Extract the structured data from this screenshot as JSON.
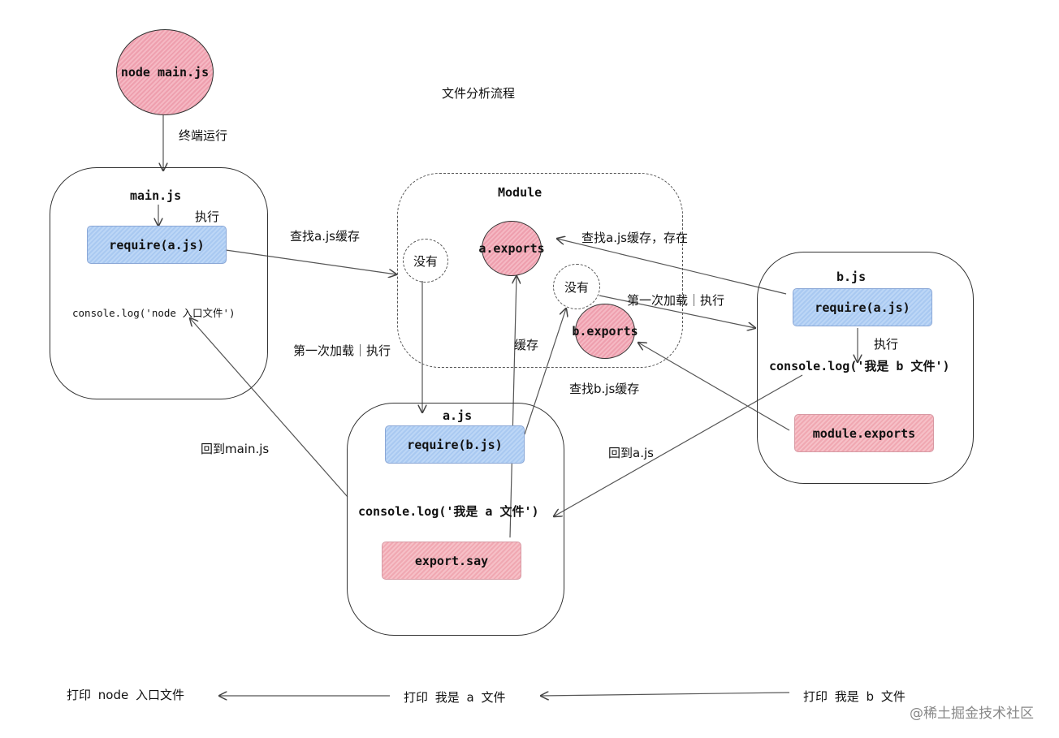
{
  "diagram": {
    "title": "文件分析流程",
    "start_node": "node main.js",
    "terminal_run": "终端运行",
    "main_box": {
      "title": "main.js",
      "exec": "执行",
      "require": "require(a.js)",
      "log": "console.log('node 入口文件')"
    },
    "module_box": {
      "title": "Module",
      "missing_left": "没有",
      "missing_right": "没有",
      "a_exports": "a.exports",
      "b_exports": "b.exports"
    },
    "a_box": {
      "title": "a.js",
      "require": "require(b.js)",
      "log": "console.log('我是 a 文件')",
      "export": "export.say"
    },
    "b_box": {
      "title": "b.js",
      "require": "require(a.js)",
      "exec": "执行",
      "log": "console.log('我是 b 文件')",
      "export": "module.exports"
    },
    "edge_labels": {
      "find_a_cache": "查找a.js缓存",
      "first_load_left": "第一次加载｜执行",
      "cache": "缓存",
      "find_a_cache_exists": "查找a.js缓存，存在",
      "first_load_right": "第一次加载｜执行",
      "find_b_cache": "查找b.js缓存",
      "back_main": "回到main.js",
      "back_a": "回到a.js"
    },
    "output": {
      "print_node": "打印 node 入口文件",
      "print_a": "打印 我是 a 文件",
      "print_b": "打印 我是 b 文件"
    },
    "watermark": "@稀土掘金技术社区"
  }
}
